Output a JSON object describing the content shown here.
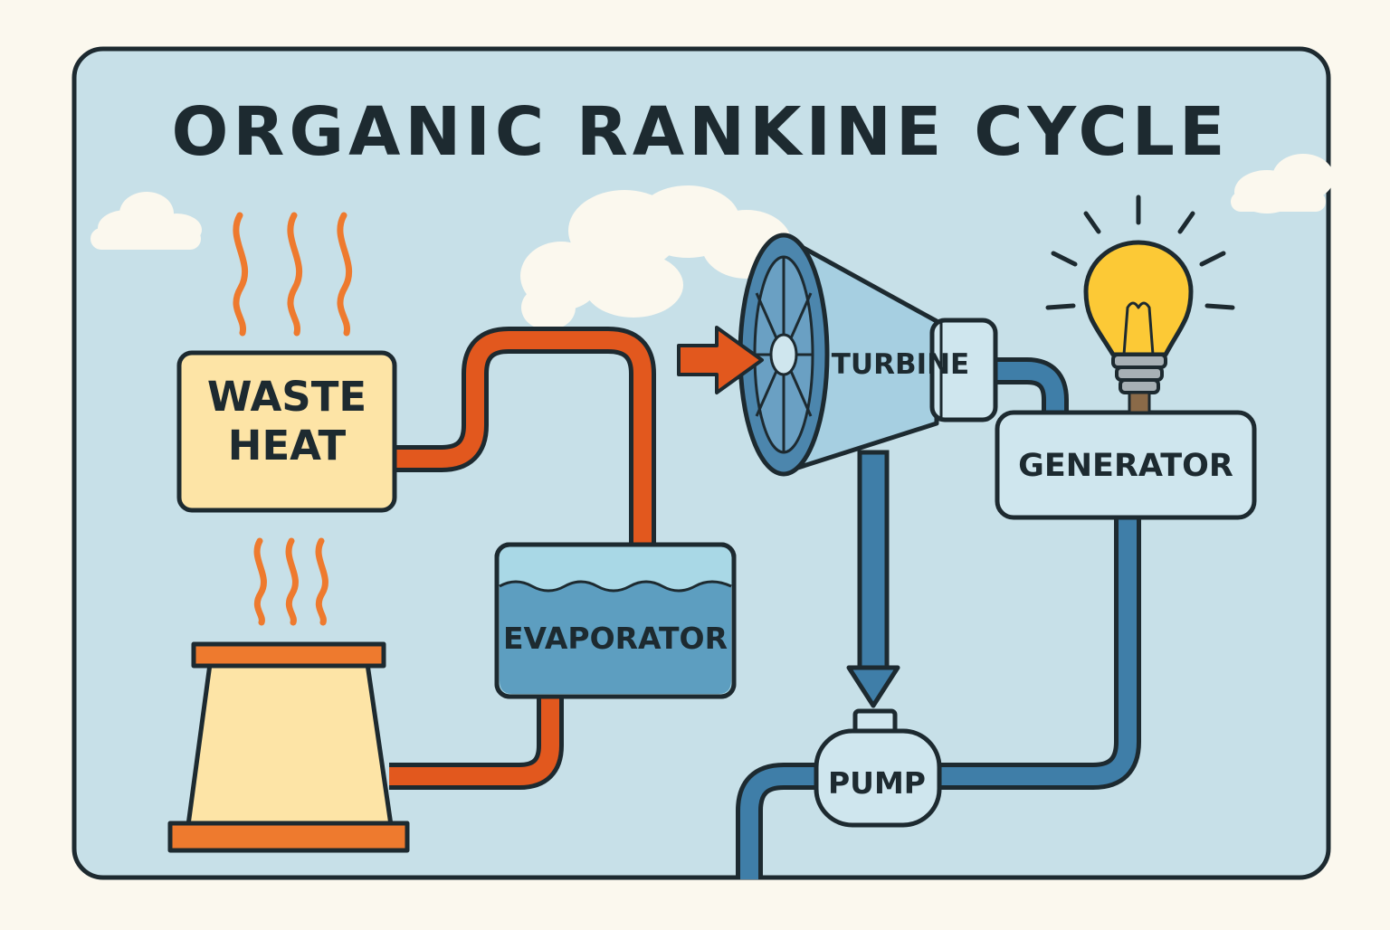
{
  "title": "ORGANIC RANKINE CYCLE",
  "components": {
    "waste_heat_line1": "WASTE",
    "waste_heat_line2": "HEAT",
    "turbine": "TURBINE",
    "generator": "GENERATOR",
    "evaporator": "EVAPORATOR",
    "pump": "PUMP"
  },
  "colors": {
    "background": "#fbf8ee",
    "panel": "#c7e0e8",
    "hot_pipe": "#e2581e",
    "cold_pipe": "#3f7ea8",
    "heat_waves": "#ee7a2e",
    "box_fill": "#fde4a6",
    "component_fill": "#cfe6ee",
    "bulb": "#fcc936",
    "outline": "#1d2a30"
  }
}
